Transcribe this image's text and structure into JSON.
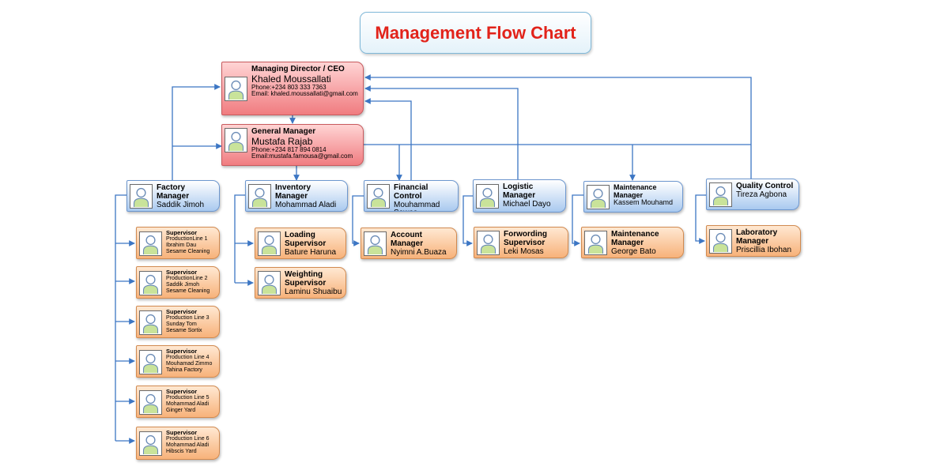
{
  "title": "Management Flow Chart",
  "colors": {
    "title": "#e2231a",
    "connector": "#3c76c4",
    "executive": "#f07c80",
    "manager": "#a9c9ef",
    "supervisor": "#f7b27a"
  },
  "icons": {
    "avatar": "user-avatar-icon"
  },
  "ceo": {
    "role": "Managing Director / CEO",
    "name": "Khaled Moussallati",
    "phone": "Phone:+234 803 333 7363",
    "email": "Email: khaled.moussallati@gmail.com"
  },
  "gm": {
    "role": "General Manager",
    "name": "Mustafa Rajab",
    "phone": "Phone:+234 817 894 0814",
    "email": "Email:mustafa.famousa@gmail.com"
  },
  "managers": {
    "factory": {
      "role": "Factory Manager",
      "name": "Saddik Jimoh"
    },
    "inventory": {
      "role": "Inventory Manager",
      "name": "Mohammad Aladi"
    },
    "financial": {
      "role": "Financial Control",
      "name": "Mouhammad Sawas"
    },
    "logistic": {
      "role": "Logistic Manager",
      "name": "Michael Dayo"
    },
    "maintenance": {
      "role": "Maintenance Manager",
      "name": "Kassem Mouhamd"
    },
    "quality": {
      "role": "Quality Control",
      "name": "Tireza Agbona"
    }
  },
  "production": [
    {
      "role": "Supervisor",
      "line": "ProductionLine 1",
      "name": "Ibrahim Dau",
      "site": "Sesame Cleaning"
    },
    {
      "role": "Supervisor",
      "line": "ProductionLine 2",
      "name": "Saddik Jimoh",
      "site": "Sesame Cleaning"
    },
    {
      "role": "Supervisor",
      "line": "Production Line 3",
      "name": "Sunday Tom",
      "site": "Sesame Sortix"
    },
    {
      "role": "Supervisor",
      "line": "Production Line 4",
      "name": "Mouhamad Zimmo",
      "site": "Tahina Factory"
    },
    {
      "role": "Supervisor",
      "line": "Production Line 5",
      "name": "Mohammad Aladi",
      "site": "Ginger Yard"
    },
    {
      "role": "Supervisor",
      "line": "Production Line 6",
      "name": "Mohammad Aladi",
      "site": "Hibscis Yard"
    }
  ],
  "subordinates": {
    "loading": {
      "role": "Loading Supervisor",
      "name": "Bature Haruna"
    },
    "weighting": {
      "role": "Weighting Supervisor",
      "name": "Laminu Shuaibu"
    },
    "account": {
      "role": "Account Manager",
      "name": "Nyimni A.Buaza"
    },
    "forwarding": {
      "role": "Forwording Supervisor",
      "name": "Leki Mosas"
    },
    "maint_sup": {
      "role": "Maintenance Manager",
      "name": "George Bato"
    },
    "lab": {
      "role": "Laboratory Manager",
      "name": "Priscillia Ibohan"
    }
  }
}
